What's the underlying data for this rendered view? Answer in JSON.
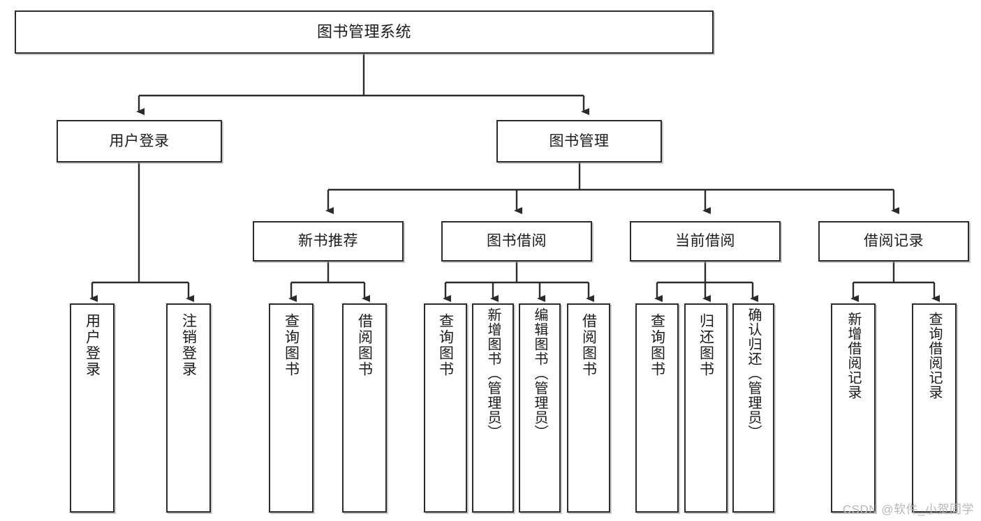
{
  "diagram": {
    "type": "tree-hierarchy",
    "title": "图书管理系统",
    "watermark": "CSDN @软件_小贺同学",
    "colors": {
      "box_border": "#2b2b2b",
      "box_fill": "#ffffff",
      "connector": "#2b2b2b",
      "watermark": "#b7b7b7",
      "background": "#ffffff"
    },
    "nodes": {
      "root": {
        "label": "图书管理系统",
        "level": 1,
        "orientation": "horizontal"
      },
      "user_login": {
        "label": "用户登录",
        "level": 2,
        "orientation": "horizontal"
      },
      "book_manage": {
        "label": "图书管理",
        "level": 2,
        "orientation": "horizontal"
      },
      "new_book_rec": {
        "label": "新书推荐",
        "level": 3,
        "orientation": "horizontal"
      },
      "book_borrow": {
        "label": "图书借阅",
        "level": 3,
        "orientation": "horizontal"
      },
      "current_borrow": {
        "label": "当前借阅",
        "level": 3,
        "orientation": "horizontal"
      },
      "borrow_record": {
        "label": "借阅记录",
        "level": 3,
        "orientation": "horizontal"
      },
      "leaf_user_login": {
        "label": "用户登录",
        "level": 4,
        "orientation": "vertical"
      },
      "leaf_logout": {
        "label": "注销登录",
        "level": 4,
        "orientation": "vertical"
      },
      "leaf_query_book_a": {
        "label": "查询图书",
        "level": 4,
        "orientation": "vertical"
      },
      "leaf_borrow_book_a": {
        "label": "借阅图书",
        "level": 4,
        "orientation": "vertical"
      },
      "leaf_query_book_b": {
        "label": "查询图书",
        "level": 4,
        "orientation": "vertical"
      },
      "leaf_add_book": {
        "label": "新增图书（管理员）",
        "level": 4,
        "orientation": "vertical"
      },
      "leaf_edit_book": {
        "label": "编辑图书（管理员）",
        "level": 4,
        "orientation": "vertical"
      },
      "leaf_borrow_book_b": {
        "label": "借阅图书",
        "level": 4,
        "orientation": "vertical"
      },
      "leaf_query_book_c": {
        "label": "查询图书",
        "level": 4,
        "orientation": "vertical"
      },
      "leaf_return_book": {
        "label": "归还图书",
        "level": 4,
        "orientation": "vertical"
      },
      "leaf_confirm_return": {
        "label": "确认归还（管理员）",
        "level": 4,
        "orientation": "vertical"
      },
      "leaf_add_record": {
        "label": "新增借阅记录",
        "level": 4,
        "orientation": "vertical"
      },
      "leaf_query_record": {
        "label": "查询借阅记录",
        "level": 4,
        "orientation": "vertical"
      }
    },
    "edges": [
      {
        "from": "root",
        "to": "user_login"
      },
      {
        "from": "root",
        "to": "book_manage"
      },
      {
        "from": "user_login",
        "to": "leaf_user_login"
      },
      {
        "from": "user_login",
        "to": "leaf_logout"
      },
      {
        "from": "book_manage",
        "to": "new_book_rec"
      },
      {
        "from": "book_manage",
        "to": "book_borrow"
      },
      {
        "from": "book_manage",
        "to": "current_borrow"
      },
      {
        "from": "book_manage",
        "to": "borrow_record"
      },
      {
        "from": "new_book_rec",
        "to": "leaf_query_book_a"
      },
      {
        "from": "new_book_rec",
        "to": "leaf_borrow_book_a"
      },
      {
        "from": "book_borrow",
        "to": "leaf_query_book_b"
      },
      {
        "from": "book_borrow",
        "to": "leaf_add_book"
      },
      {
        "from": "book_borrow",
        "to": "leaf_edit_book"
      },
      {
        "from": "book_borrow",
        "to": "leaf_borrow_book_b"
      },
      {
        "from": "current_borrow",
        "to": "leaf_query_book_c"
      },
      {
        "from": "current_borrow",
        "to": "leaf_return_book"
      },
      {
        "from": "current_borrow",
        "to": "leaf_confirm_return"
      },
      {
        "from": "borrow_record",
        "to": "leaf_add_record"
      },
      {
        "from": "borrow_record",
        "to": "leaf_query_record"
      }
    ]
  }
}
